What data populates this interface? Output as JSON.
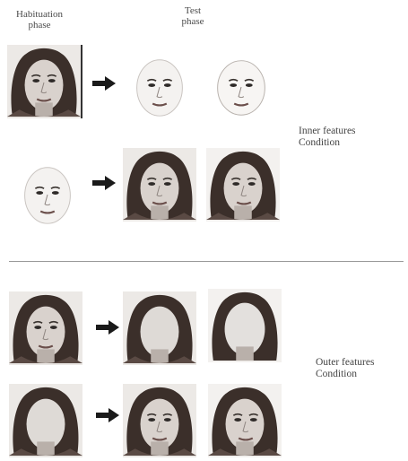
{
  "headers": {
    "habituation": [
      "Habituation",
      "phase"
    ],
    "test": [
      "Test",
      "phase"
    ]
  },
  "conditions": {
    "inner": [
      "Inner features",
      "Condition"
    ],
    "outer": [
      "Outer features",
      "Condition"
    ]
  },
  "colors": {
    "hair": "#3b2f2a",
    "skin": "#d9d2cd",
    "skin_shade": "#b9b0aa",
    "blank_face": "#dedad6",
    "background": "#ffffff",
    "arrow": "#1a1a1a"
  },
  "rows": [
    {
      "habituation": "full-face",
      "test": [
        "inner-only",
        "inner-only-alt"
      ]
    },
    {
      "habituation": "inner-only",
      "test": [
        "full-face",
        "full-face-alt"
      ]
    },
    {
      "habituation": "full-face",
      "test": [
        "outer-only",
        "outer-only-alt"
      ]
    },
    {
      "habituation": "outer-only",
      "test": [
        "full-face",
        "full-face-alt"
      ]
    }
  ]
}
